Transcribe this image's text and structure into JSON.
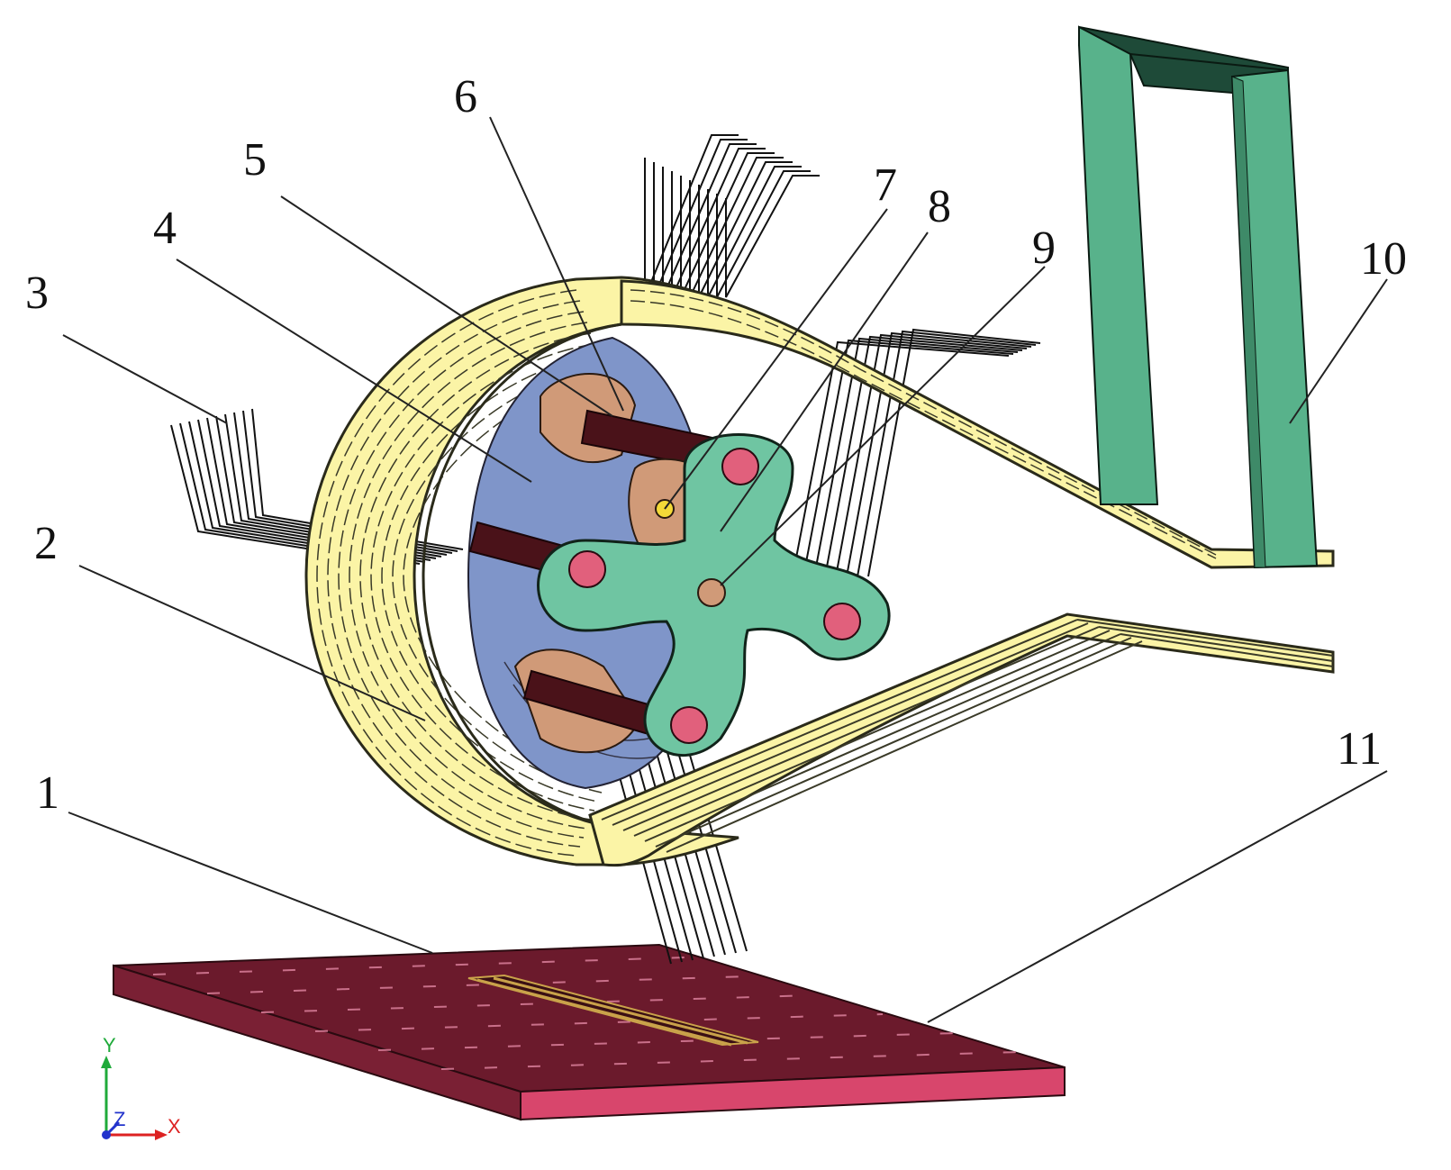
{
  "callouts": {
    "c1": "1",
    "c2": "2",
    "c3": "3",
    "c4": "4",
    "c5": "5",
    "c6": "6",
    "c7": "7",
    "c8": "8",
    "c9": "9",
    "c10": "10",
    "c11": "11"
  },
  "axes": {
    "x": "X",
    "y": "Y",
    "z": "Z"
  },
  "colors": {
    "tape": "#fbf4a6",
    "tape_edge": "#2a2a1a",
    "disc": "#7f95c9",
    "hub": "#6fc5a2",
    "pins": "#e1607c",
    "pad": "#d09a78",
    "bar": "#4a1219",
    "frame": "#58b28b",
    "frame_dark": "#1e4a38",
    "plate_top": "#6b1a2c",
    "plate_side": "#d8466c",
    "center": "#f3da38"
  }
}
